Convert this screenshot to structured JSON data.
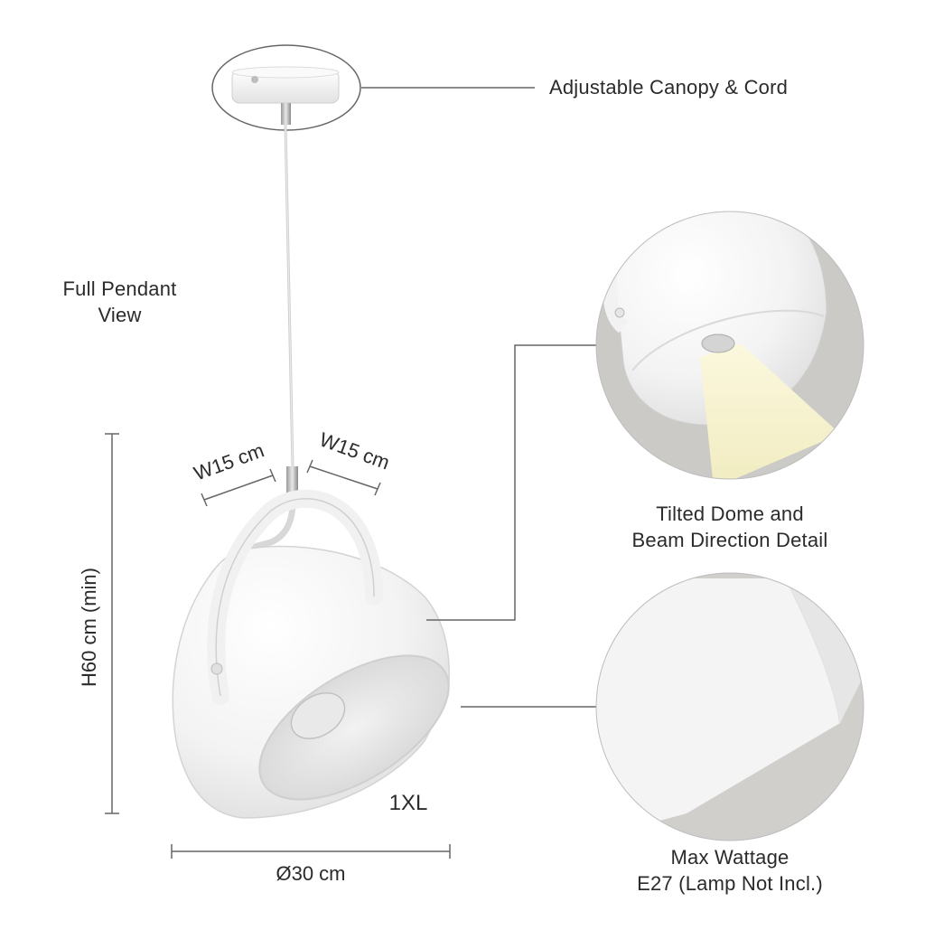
{
  "callouts": {
    "canopy": "Adjustable Canopy & Cord",
    "full_view_line1": "Full Pendant",
    "full_view_line2": "View",
    "dome_line1": "Tilted Dome and",
    "dome_line2": "Beam Direction Detail",
    "wattage_line1": "Max Wattage",
    "wattage_line2": "E27 (Lamp Not Incl.)"
  },
  "dimensions": {
    "width_left": "W15 cm",
    "width_right": "W15 cm",
    "height": "H60 cm (min)",
    "diameter": "Ø30 cm",
    "model": "1XL"
  },
  "colors": {
    "background": "#ffffff",
    "lamp_white": "#f7f7f7",
    "detail_gray": "#c9c9c7",
    "beam_yellow": "#f6f2c8",
    "line": "#555555"
  }
}
